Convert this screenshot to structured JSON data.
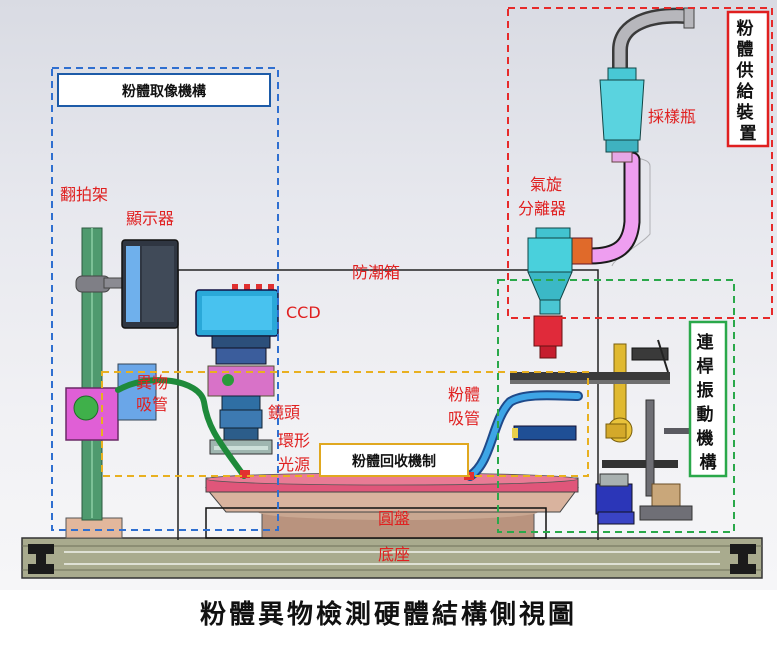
{
  "title": "粉體異物檢測硬體結構側視圖",
  "modules": {
    "imaging": "粉體取像機構",
    "supply": "粉體供給裝置",
    "vibration": "連桿振動機構",
    "recovery": "粉體回收機制"
  },
  "parts": {
    "flip_stand": "翻拍架",
    "display": "顯示器",
    "moisture_box": "防潮箱",
    "ccd": "CCD",
    "foreign_suction": "異物吸管",
    "lens": "鏡頭",
    "ring_light": "環形光源",
    "powder_suction": "粉體吸管",
    "disc": "圓盤",
    "base": "底座",
    "cyclone": "氣旋分離器",
    "sample_bottle": "採樣瓶"
  },
  "colors": {
    "imaging_box": "#2f6fd0",
    "supply_box": "#e62a2a",
    "vibration_box": "#2aa84a",
    "recovery_box": "#e8b020",
    "label_red": "#e02020"
  }
}
